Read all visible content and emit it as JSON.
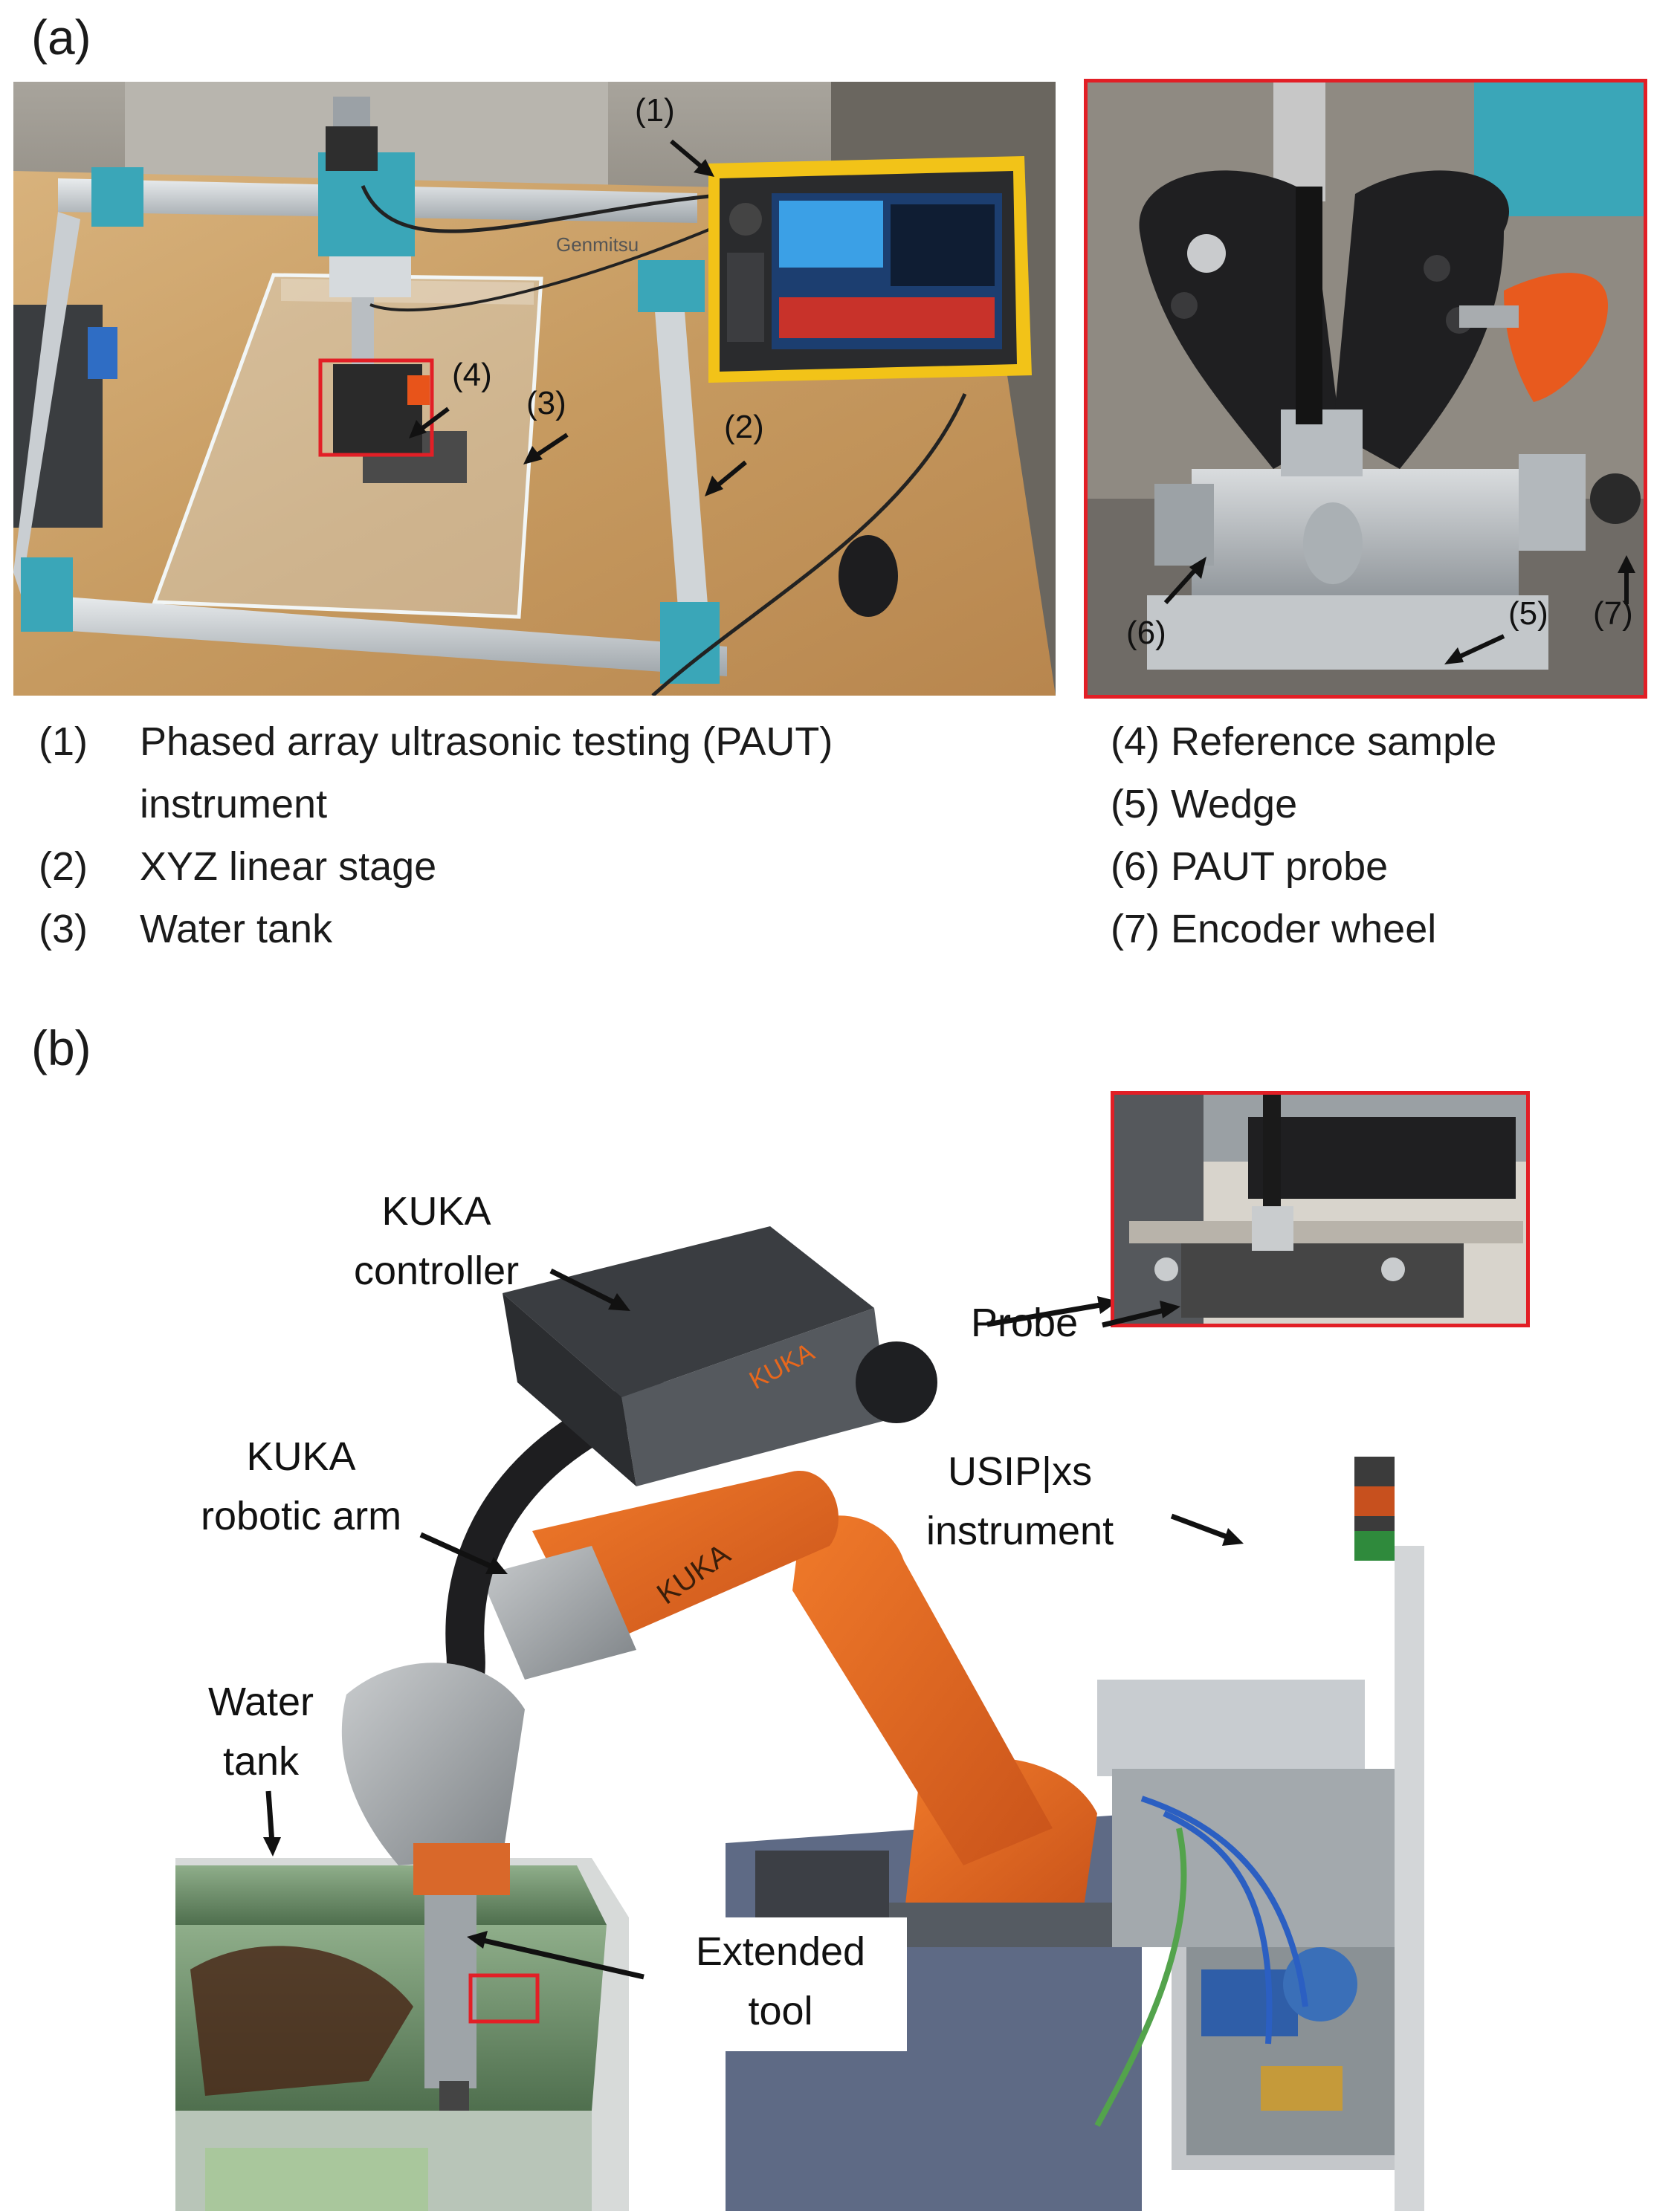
{
  "panel_a": {
    "label": "(a)",
    "photo_main": {
      "callouts": [
        "(1)",
        "(2)",
        "(3)",
        "(4)"
      ],
      "brand_text": "Genmitsu"
    },
    "photo_inset": {
      "callouts": [
        "(5)",
        "(6)",
        "(7)"
      ]
    },
    "legend_left": [
      {
        "num": "(1)",
        "text": "Phased array ultrasonic testing (PAUT)",
        "cont": "instrument"
      },
      {
        "num": "(2)",
        "text": "XYZ linear stage"
      },
      {
        "num": "(3)",
        "text": "Water tank"
      }
    ],
    "legend_right": [
      {
        "text": "(4) Reference sample"
      },
      {
        "text": "(5) Wedge"
      },
      {
        "text": "(6) PAUT probe"
      },
      {
        "text": "(7) Encoder wheel"
      }
    ]
  },
  "panel_b": {
    "label": "(b)",
    "labels": {
      "controller_1": "KUKA",
      "controller_2": "controller",
      "arm_1": "KUKA",
      "arm_2": "robotic arm",
      "tank_1": "Water",
      "tank_2": "tank",
      "probe": "Probe",
      "usip_1": "USIP|xs",
      "usip_2": "instrument",
      "tool_1": "Extended",
      "tool_2": "tool"
    },
    "robot_text": "KUKA"
  },
  "colors": {
    "highlight": "#e21f26",
    "kuka_orange": "#e8671c",
    "stage_teal": "#3aa6b8",
    "desk_wood": "#c79a62"
  }
}
